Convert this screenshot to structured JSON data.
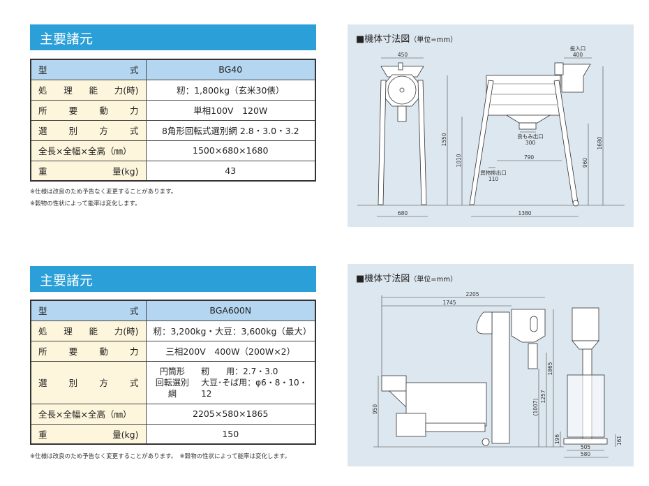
{
  "spec_sections": [
    {
      "title": "主要諸元",
      "rows": [
        {
          "label": [
            "型",
            "式"
          ],
          "value": "BG40"
        },
        {
          "label": [
            "処",
            "理",
            "能",
            "力(時)"
          ],
          "value": "籾：1,800kg（玄米30俵）"
        },
        {
          "label": [
            "所",
            "要",
            "動",
            "力"
          ],
          "value": "単相100V　120W"
        },
        {
          "label": [
            "選",
            "別",
            "方",
            "式"
          ],
          "value": "8角形回転式選別網  2.8・3.0・3.2"
        },
        {
          "label": [
            "全長×全幅×全高（㎜）"
          ],
          "value": "1500×680×1680"
        },
        {
          "label": [
            "重",
            "量(kg)"
          ],
          "value": "43"
        }
      ],
      "notes": [
        "※仕様は改良のため予告なく変更することがあります。",
        "※穀物の性状によって能率は変化します。"
      ]
    },
    {
      "title": "主要諸元",
      "rows": [
        {
          "label": [
            "型",
            "式"
          ],
          "value": "BGA600N"
        },
        {
          "label": [
            "処",
            "理",
            "能",
            "力(時)"
          ],
          "value": "籾：3,200kg・大豆：3,600kg（最大）"
        },
        {
          "label": [
            "所",
            "要",
            "動",
            "力"
          ],
          "value": "三相200V　400W（200W×2）"
        },
        {
          "label": [
            "選",
            "別",
            "方",
            "式"
          ],
          "value_left": [
            "円筒形",
            "回転選別網"
          ],
          "value_right": [
            "籾　　用：2.7・3.0",
            "大豆･そば用：φ6・8・10・12"
          ]
        },
        {
          "label": [
            "全長×全幅×全高（㎜）"
          ],
          "value": "2205×580×1865"
        },
        {
          "label": [
            "重",
            "量(kg)"
          ],
          "value": "150"
        }
      ],
      "notes": [
        "※仕様は改良のため予告なく変更することがあります。　※穀物の性状によって能率は変化します。"
      ]
    }
  ],
  "diagrams": [
    {
      "title": "■機体寸法図",
      "unit": "（単位=mm）",
      "dims": {
        "w450": "450",
        "w680": "680",
        "h1550": "1550",
        "h1010": "1010",
        "h960": "960",
        "h1680": "1680",
        "w790": "790",
        "w1380": "1380",
        "inlet_label": "投入口",
        "inlet": "400",
        "good_label": "良もみ出口",
        "good": "300",
        "foreign_label": "異物排出口",
        "foreign": "110"
      }
    },
    {
      "title": "■機体寸法図",
      "unit": "（単位=mm）",
      "dims": {
        "w2205": "2205",
        "w1745": "1745",
        "h950": "950",
        "h1007": "(1007)",
        "h1257": "1257",
        "h1865": "1865",
        "h196": "196",
        "h161": "161",
        "w505": "505",
        "w580": "580"
      }
    }
  ]
}
